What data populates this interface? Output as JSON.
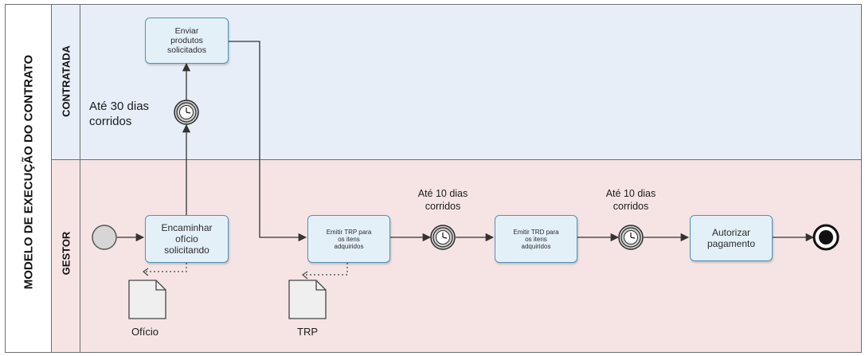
{
  "pool": {
    "title": "MODELO DE EXECUÇÃO DO CONTRATO"
  },
  "lanes": {
    "top": "CONTRATADA",
    "bottom": "GESTOR"
  },
  "tasks": {
    "enviar": "Enviar\nprodutos\nsolicitados",
    "encaminhar": "Encaminhar\nofício\nsolicitando",
    "emitir_trp": "Emitir TRP para\nos itens\nadquiridos",
    "emitir_trd": "Emitir TRD para\nos itens\nadquiridos",
    "autorizar": "Autorizar\npagamento"
  },
  "timers": {
    "t1": "Até 30 dias\ncorridos",
    "t2": "Até 10 dias\ncorridos",
    "t3": "Até 10 dias\ncorridos"
  },
  "documents": {
    "oficio": "Ofício",
    "trp": "TRP"
  },
  "colors": {
    "contratada_bg": "#e7eef8",
    "gestor_bg": "#f6e4e4",
    "task_border": "#4e93b8",
    "task_fill": "#e4f0f8"
  }
}
